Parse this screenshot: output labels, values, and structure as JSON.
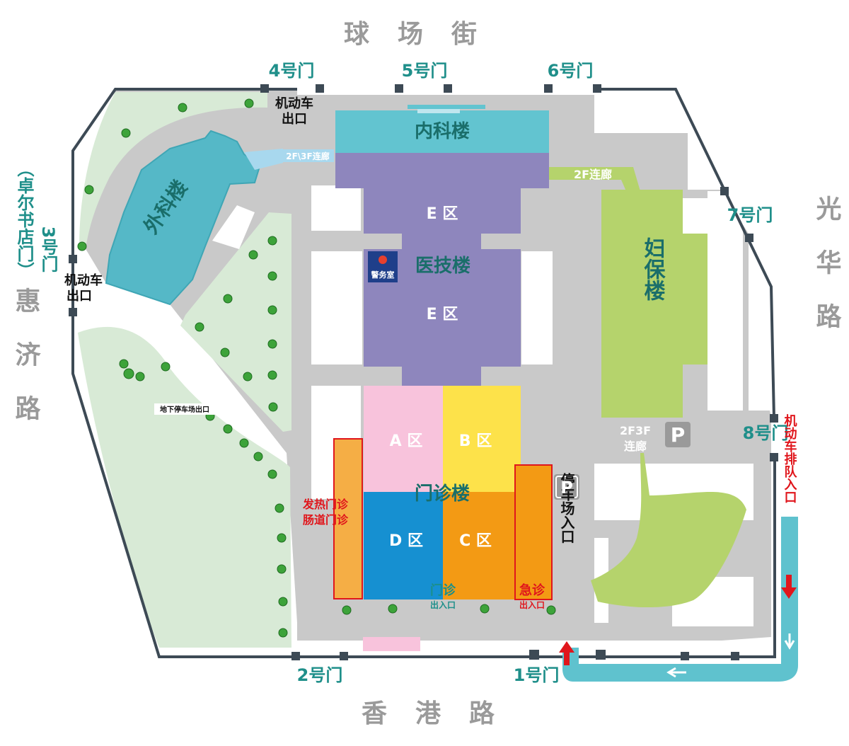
{
  "streets": {
    "north": "球场街",
    "south": "香港路",
    "east": "光华路",
    "west": "惠济路"
  },
  "gates": {
    "g1": "1号门",
    "g2": "2号门",
    "g3": "3号门",
    "g3_note": "（卓尔书店门）",
    "g4": "4号门",
    "g5": "5号门",
    "g6": "6号门",
    "g7": "7号门",
    "g8": "8号门"
  },
  "buildings": {
    "internal": "内科楼",
    "surgery": "外科楼",
    "tech": "医技楼",
    "maternity": "妇保楼",
    "outpatient": "门诊楼"
  },
  "zones": {
    "a": "A 区",
    "b": "B 区",
    "c": "C 区",
    "d": "D 区",
    "e_top": "E 区",
    "e_bottom": "E 区"
  },
  "labels": {
    "vehicle_exit_north_1": "机动车",
    "vehicle_exit_north_2": "出口",
    "vehicle_exit_west_1": "机动车",
    "vehicle_exit_west_2": "出口",
    "corridor_2f3f": "2F\\3F连廊",
    "corridor_2f": "2F连廊",
    "corridor_2f3f_b_1": "2F3F",
    "corridor_2f3f_b_2": "连廊",
    "police": "警务室",
    "underground_parking_exit": "地下停车场出口",
    "fever_clinic": "发热门诊",
    "intestinal_clinic": "肠道门诊",
    "clinic_entrance": "门诊",
    "clinic_entrance_sub": "出入口",
    "emergency": "急诊",
    "emergency_sub": "出入口",
    "parking_entrance": "停车场入口",
    "parking_symbol": "P",
    "vehicle_queue": "机动车排队入口"
  },
  "colors": {
    "road": "#c8c8c8",
    "green": "#d8ead6",
    "internal": "#62c4d0",
    "tech": "#8e86bd",
    "maternity": "#b5d36c",
    "zone_a": "#f8c3dc",
    "zone_b": "#fde24a",
    "zone_c": "#f39a14",
    "zone_d": "#1690d1",
    "fever": "#f5ae45",
    "queue": "#5fc2ce"
  }
}
